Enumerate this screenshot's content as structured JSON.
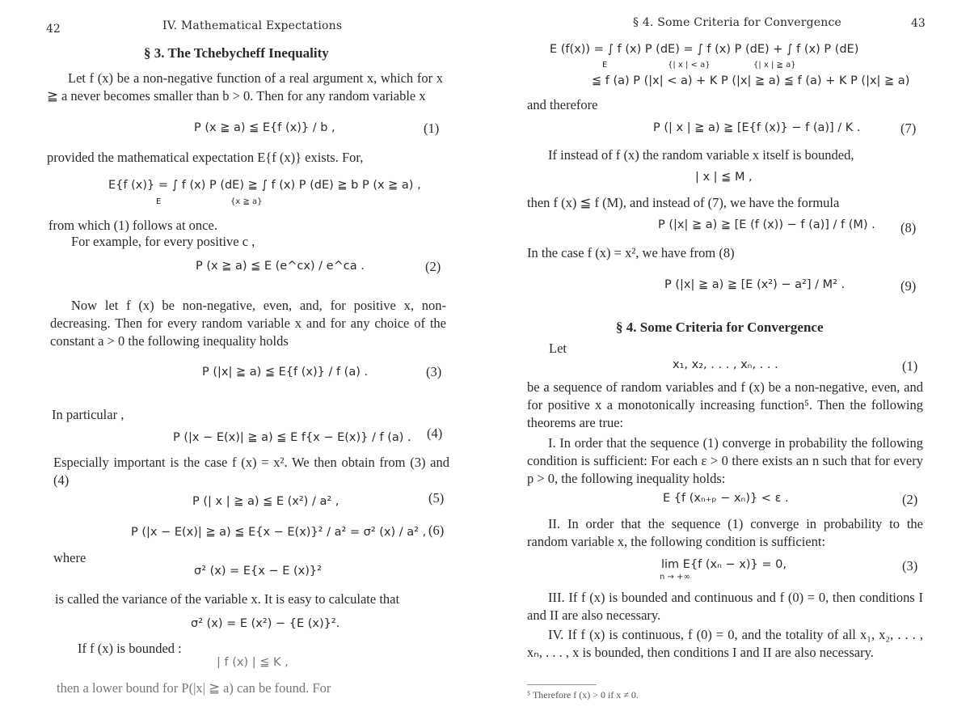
{
  "left": {
    "page_number": "42",
    "running_head": "IV. Mathematical Expectations",
    "section_title": "§ 3. The Tchebycheff Inequality",
    "para1": "Let f (x) be a non-negative function of a real argument x, which for x ≧ a never becomes smaller than b > 0. Then for any random variable x",
    "eq1": "P (x ≧ a) ≦ E{f (x)} / b ,",
    "eq1_num": "(1)",
    "line_provided": "provided the mathematical expectation  E{f (x)}   exists. For,",
    "eq_integral": "E{f (x)} = ∫ f (x) P (dE) ≧ ∫ f (x) P (dE) ≧ b P (x ≧ a) ,",
    "eq_integral_sub1": "E",
    "eq_integral_sub2": "{x ≧ a}",
    "line_from": "from which  (1)  follows at once.",
    "line_example": "For example, for every positive c ,",
    "eq2": "P (x ≧ a) ≦ E (e^cx) / e^ca .",
    "eq2_num": "(2)",
    "para2": "Now let f (x) be non-negative, even, and, for positive x, non-decreasing. Then for every random variable x and for any choice of the constant a > 0 the following inequality holds",
    "eq3": "P (|x| ≧ a) ≦ E{f (x)} / f (a) .",
    "eq3_num": "(3)",
    "line_particular": "In particular ,",
    "eq4": "P (|x − E(x)| ≧ a) ≦ E f{x − E(x)} / f (a) .",
    "eq4_num": "(4)",
    "para3": "Especially important is the case f (x) = x². We then obtain from (3) and (4)",
    "eq5": "P (| x | ≧ a) ≦ E (x²) / a² ,",
    "eq5_num": "(5)",
    "eq6": "P (|x − E(x)| ≧ a) ≦ E{x − E(x)}² / a² = σ² (x) / a² ,",
    "eq6_num": "(6)",
    "line_where": "where",
    "eq_sigma": "σ² (x) = E{x − E (x)}²",
    "line_variance": "is called the variance of the variable x. It is easy to calculate that",
    "eq_sigma2": "σ² (x) = E (x²) − {E (x)}².",
    "line_bounded": "If f (x) is bounded :",
    "eq_bound": "| f (x) | ≦ K ,",
    "line_lower": "then a lower bound for P(|x| ≧ a) can be found. For"
  },
  "right": {
    "page_number": "43",
    "running_head": "§ 4. Some Criteria for Convergence",
    "eq_top1": "E (f(x)) = ∫ f (x) P (dE) = ∫ f (x) P (dE) + ∫ f (x) P (dE)",
    "eq_top1_sub1": "E",
    "eq_top1_sub2": "{| x | < a}",
    "eq_top1_sub3": "{| x | ≧ a}",
    "eq_top2": "≦ f (a) P (|x| < a) + K P (|x| ≧ a) ≦ f (a) + K P (|x| ≧ a)",
    "line_therefore": "and therefore",
    "eq7": "P (| x | ≧ a) ≧ [E{f (x)} − f (a)] / K .",
    "eq7_num": "(7)",
    "line_instead": "If instead of f (x) the random variable x itself is bounded,",
    "eq_M": "| x | ≦ M ,",
    "line_then": "then f (x) ≦ f (M), and instead of (7), we have the formula",
    "eq8": "P (|x| ≧ a) ≧ [E (f (x)) − f (a)] / f (M) .",
    "eq8_num": "(8)",
    "line_case": "In the case f (x) = x², we have from (8)",
    "eq9": "P (|x| ≧ a) ≧ [E (x²) − a²] / M² .",
    "eq9_num": "(9)",
    "section_title": "§ 4. Some Criteria for Convergence",
    "line_let": "Let",
    "eq_seq": "x₁, x₂, . . . , xₙ, . . .",
    "eq_seq_num": "(1)",
    "para_seq": "be a sequence of random variables and f (x) be a non-negative, even, and for positive x a monotonically increasing function⁵. Then the following theorems are true:",
    "para_I": "I. In order that the sequence (1) converge in probability the following condition is sufficient: For each ε > 0 there exists an n such that for every p > 0, the following inequality holds:",
    "eq_E": "E {f (xₙ₊ₚ − xₙ)} < ε .",
    "eq_E_num": "(2)",
    "para_II": "II. In order that the sequence (1) converge in probability to the random variable x, the following condition is sufficient:",
    "eq_lim": "lim E{f (xₙ − x)} = 0,",
    "eq_lim_sub": "n → +∞",
    "eq_lim_num": "(3)",
    "para_III": "III. If f (x) is bounded and continuous and f (0) = 0, then conditions I and II are also necessary.",
    "para_IV": "IV. If f (x) is continuous, f (0) = 0, and the totality of all x₁, x₂, . . . , xₙ, . . . , x is bounded, then conditions I and II are also necessary.",
    "footnote": "⁵ Therefore f (x) > 0 if x ≠ 0."
  }
}
